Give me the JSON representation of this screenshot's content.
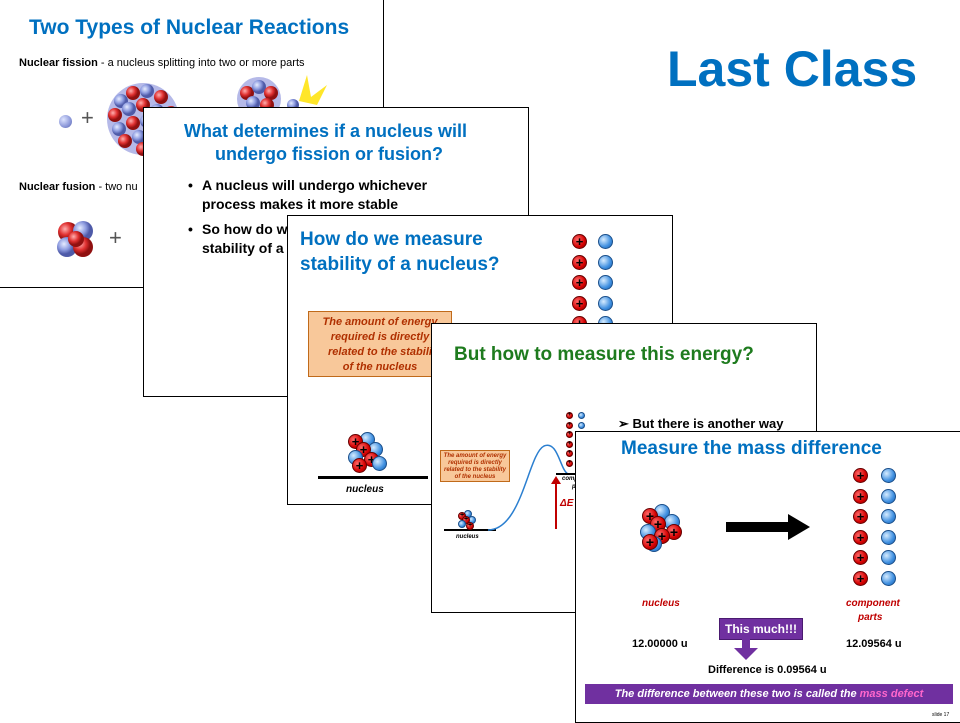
{
  "main_title": "Last Class",
  "slide1": {
    "title": "Two Types of Nuclear Reactions",
    "fission_term": "Nuclear fission",
    "fission_desc": " - a nucleus splitting into two or more parts",
    "fusion_term": "Nuclear fusion",
    "fusion_desc": " - two nu",
    "plus": "+"
  },
  "slide2": {
    "title_line1": "What determines if a nucleus will",
    "title_line2": "undergo fission or fusion?",
    "bullet1_line1": "A nucleus will undergo whichever",
    "bullet1_line2": "process makes it more stable",
    "bullet2_line1": "So how do w",
    "bullet2_line2": "stability of a",
    "bullet_symbol": "•"
  },
  "slide3": {
    "title_line1": "How do we measure",
    "title_line2": "stability of a nucleus?",
    "box_line1": "The amount of energy",
    "box_line2": "required is directly",
    "box_line3": "related to the stabili",
    "box_line4": "of the nucleus",
    "nucleus_label": "nucleus"
  },
  "slide4": {
    "title": "But how to measure this energy?",
    "bullet": "➢ But there is another way",
    "box_line1": "The amount of energy",
    "box_line2": "required is directly",
    "box_line3": "related to the stability",
    "box_line4": "of the nucleus",
    "nucleus_label": "nucleus",
    "compon_line1": "compon",
    "compon_line2": "pa",
    "delta_e": "ΔE"
  },
  "slide5": {
    "title": "Measure the mass difference",
    "nucleus_label": "nucleus",
    "component_line1": "component",
    "component_line2": "parts",
    "mass_nucleus": "12.00000 u",
    "mass_parts": "12.09564 u",
    "this_much": "This much!!!",
    "difference": "Difference is 0.09564 u",
    "banner_prefix": "The difference between these two is called the ",
    "banner_highlight": "mass defect",
    "slide_number": "slide 17",
    "plus": "+"
  },
  "colors": {
    "title_blue": "#0070c0",
    "title_green": "#1e7b1e",
    "proton_red": "#d40000",
    "neutron_blue": "#3f8fe0",
    "banner_purple": "#7030a0",
    "highlight_pink": "#ff66cc",
    "label_red": "#c00000"
  }
}
